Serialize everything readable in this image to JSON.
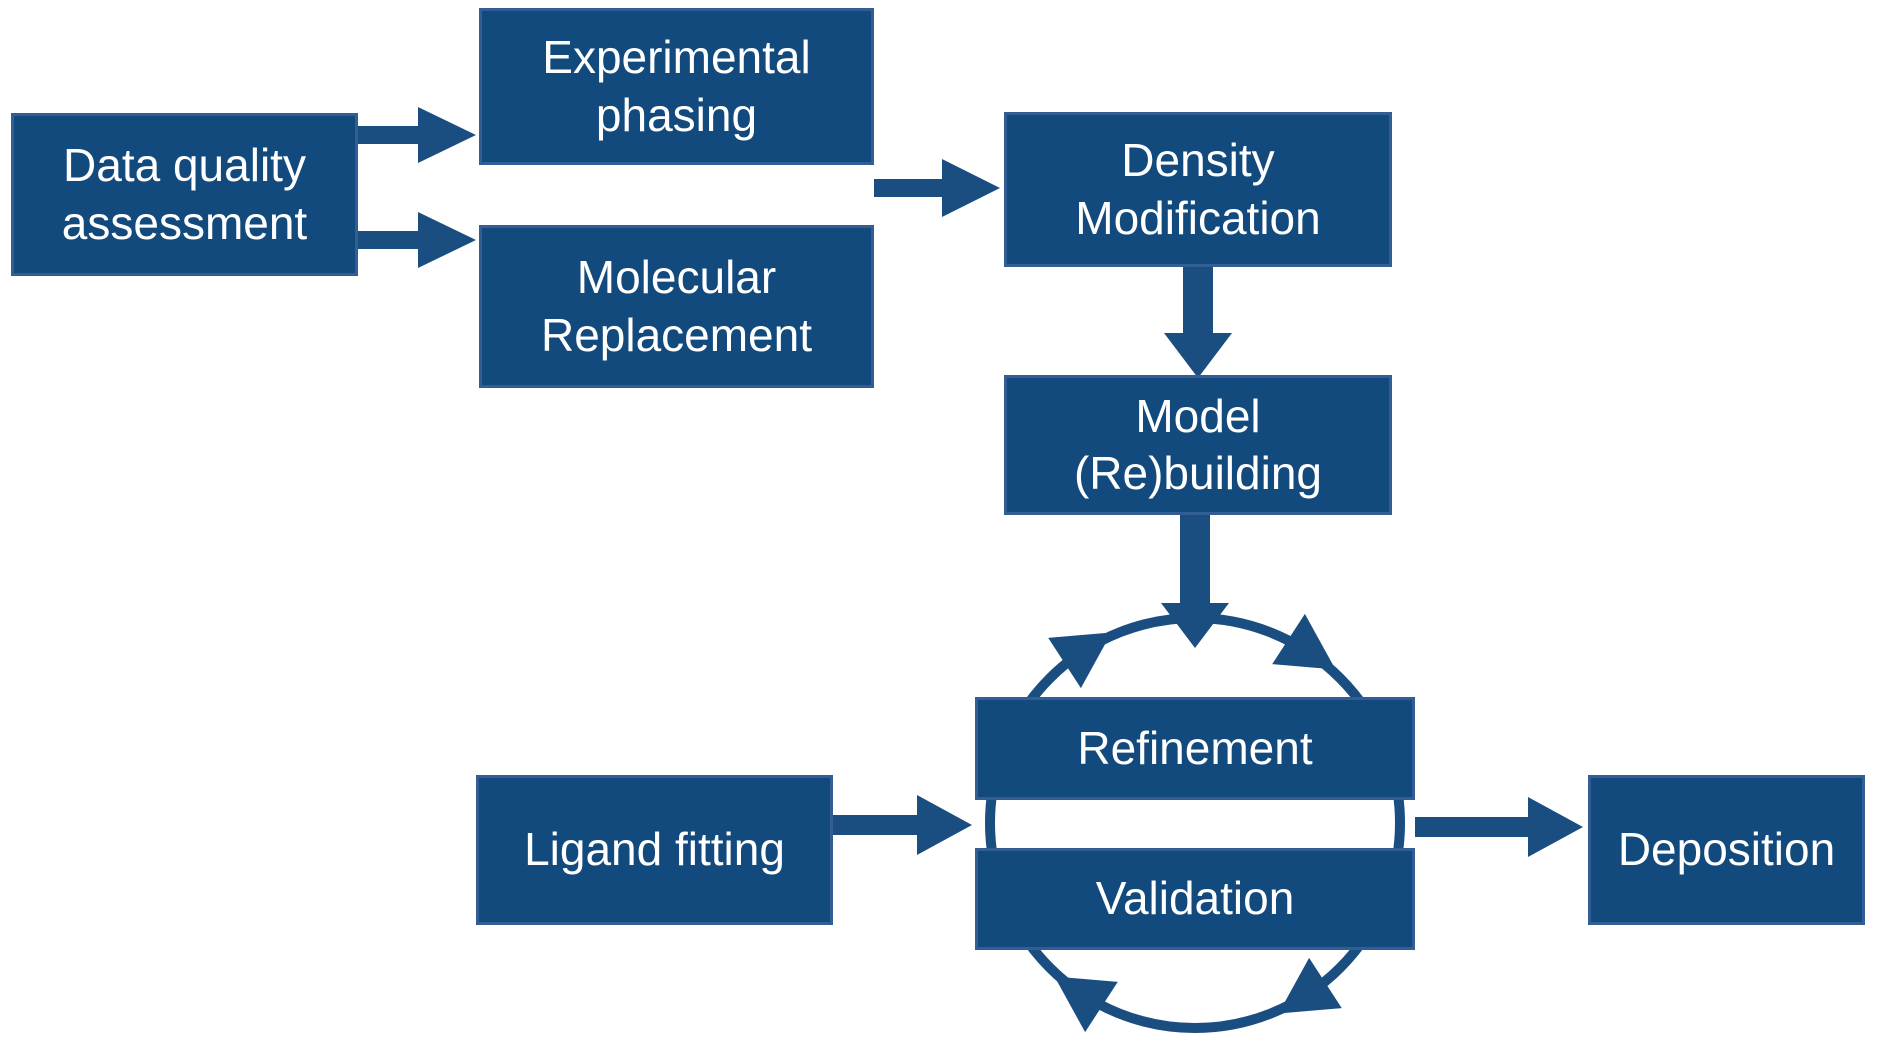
{
  "colors": {
    "box_fill": "#134A7D",
    "box_border": "#325E95",
    "arrow": "#1A4E80",
    "text": "#FFFFFF",
    "background": "#FFFFFF"
  },
  "nodes": [
    {
      "id": "data-quality-assessment",
      "label": "Data quality\nassessment"
    },
    {
      "id": "experimental-phasing",
      "label": "Experimental\nphasing"
    },
    {
      "id": "molecular-replacement",
      "label": "Molecular\nReplacement"
    },
    {
      "id": "density-modification",
      "label": "Density\nModification"
    },
    {
      "id": "model-rebuilding",
      "label": "Model\n(Re)building"
    },
    {
      "id": "refinement",
      "label": "Refinement"
    },
    {
      "id": "validation",
      "label": "Validation"
    },
    {
      "id": "ligand-fitting",
      "label": "Ligand fitting"
    },
    {
      "id": "deposition",
      "label": "Deposition"
    }
  ],
  "edges": [
    {
      "from": "data-quality-assessment",
      "to": "experimental-phasing"
    },
    {
      "from": "data-quality-assessment",
      "to": "molecular-replacement"
    },
    {
      "from": [
        "experimental-phasing",
        "molecular-replacement"
      ],
      "to": "density-modification"
    },
    {
      "from": "density-modification",
      "to": "model-rebuilding"
    },
    {
      "from": "model-rebuilding",
      "to": "refinement-validation-cycle"
    },
    {
      "from": "ligand-fitting",
      "to": "refinement-validation-cycle"
    },
    {
      "from": "refinement-validation-cycle",
      "to": "deposition"
    },
    {
      "cycle": [
        "refinement",
        "validation"
      ],
      "direction": "clockwise"
    }
  ]
}
